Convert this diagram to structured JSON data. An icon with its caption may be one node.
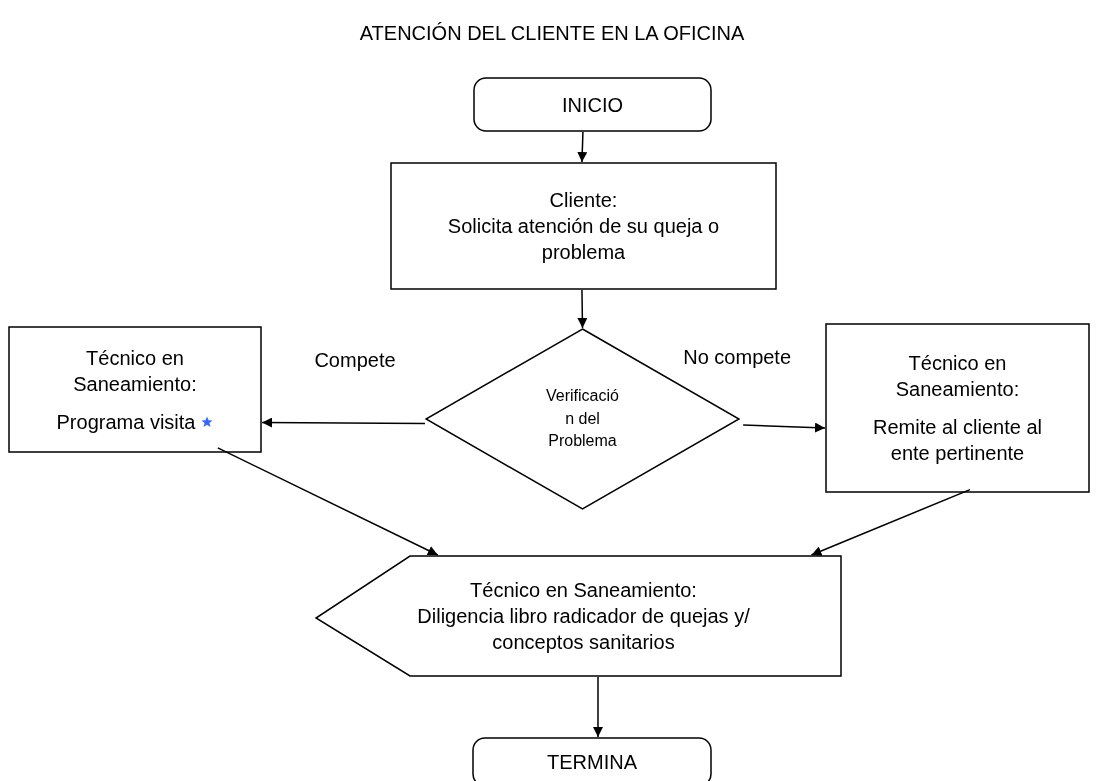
{
  "diagram": {
    "title": "ATENCIÓN DEL CLIENTE EN LA OFICINA",
    "nodes": [
      {
        "text": [
          "INICIO"
        ]
      },
      {
        "text": [
          "Cliente:",
          "Solicita atención de su queja o problema"
        ]
      },
      {
        "text": [
          "Verificació n del Problema"
        ]
      },
      {
        "text": [
          "Técnico en Saneamiento:",
          "Programa visita"
        ]
      },
      {
        "text": [
          "Técnico en Saneamiento:",
          "Remite al cliente al ente pertinente"
        ]
      },
      {
        "text": [
          "Técnico en Saneamiento:",
          "Diligencia libro radicador de quejas y/ conceptos sanitarios"
        ]
      },
      {
        "text": [
          "TERMINA"
        ]
      }
    ],
    "edges": [
      {
        "from": 0,
        "to": 1,
        "arrow": "to"
      },
      {
        "from": 1,
        "to": 2,
        "arrow": "to"
      },
      {
        "from": 2,
        "to": 3,
        "arrow": "to",
        "label": "Compete"
      },
      {
        "from": 2,
        "to": 4,
        "arrow": "to",
        "label": "No compete"
      },
      {
        "from": 3,
        "to": 5,
        "arrow": "to"
      },
      {
        "from": 4,
        "to": 5,
        "arrow": "to"
      },
      {
        "from": 5,
        "to": 6,
        "arrow": "to"
      }
    ]
  }
}
